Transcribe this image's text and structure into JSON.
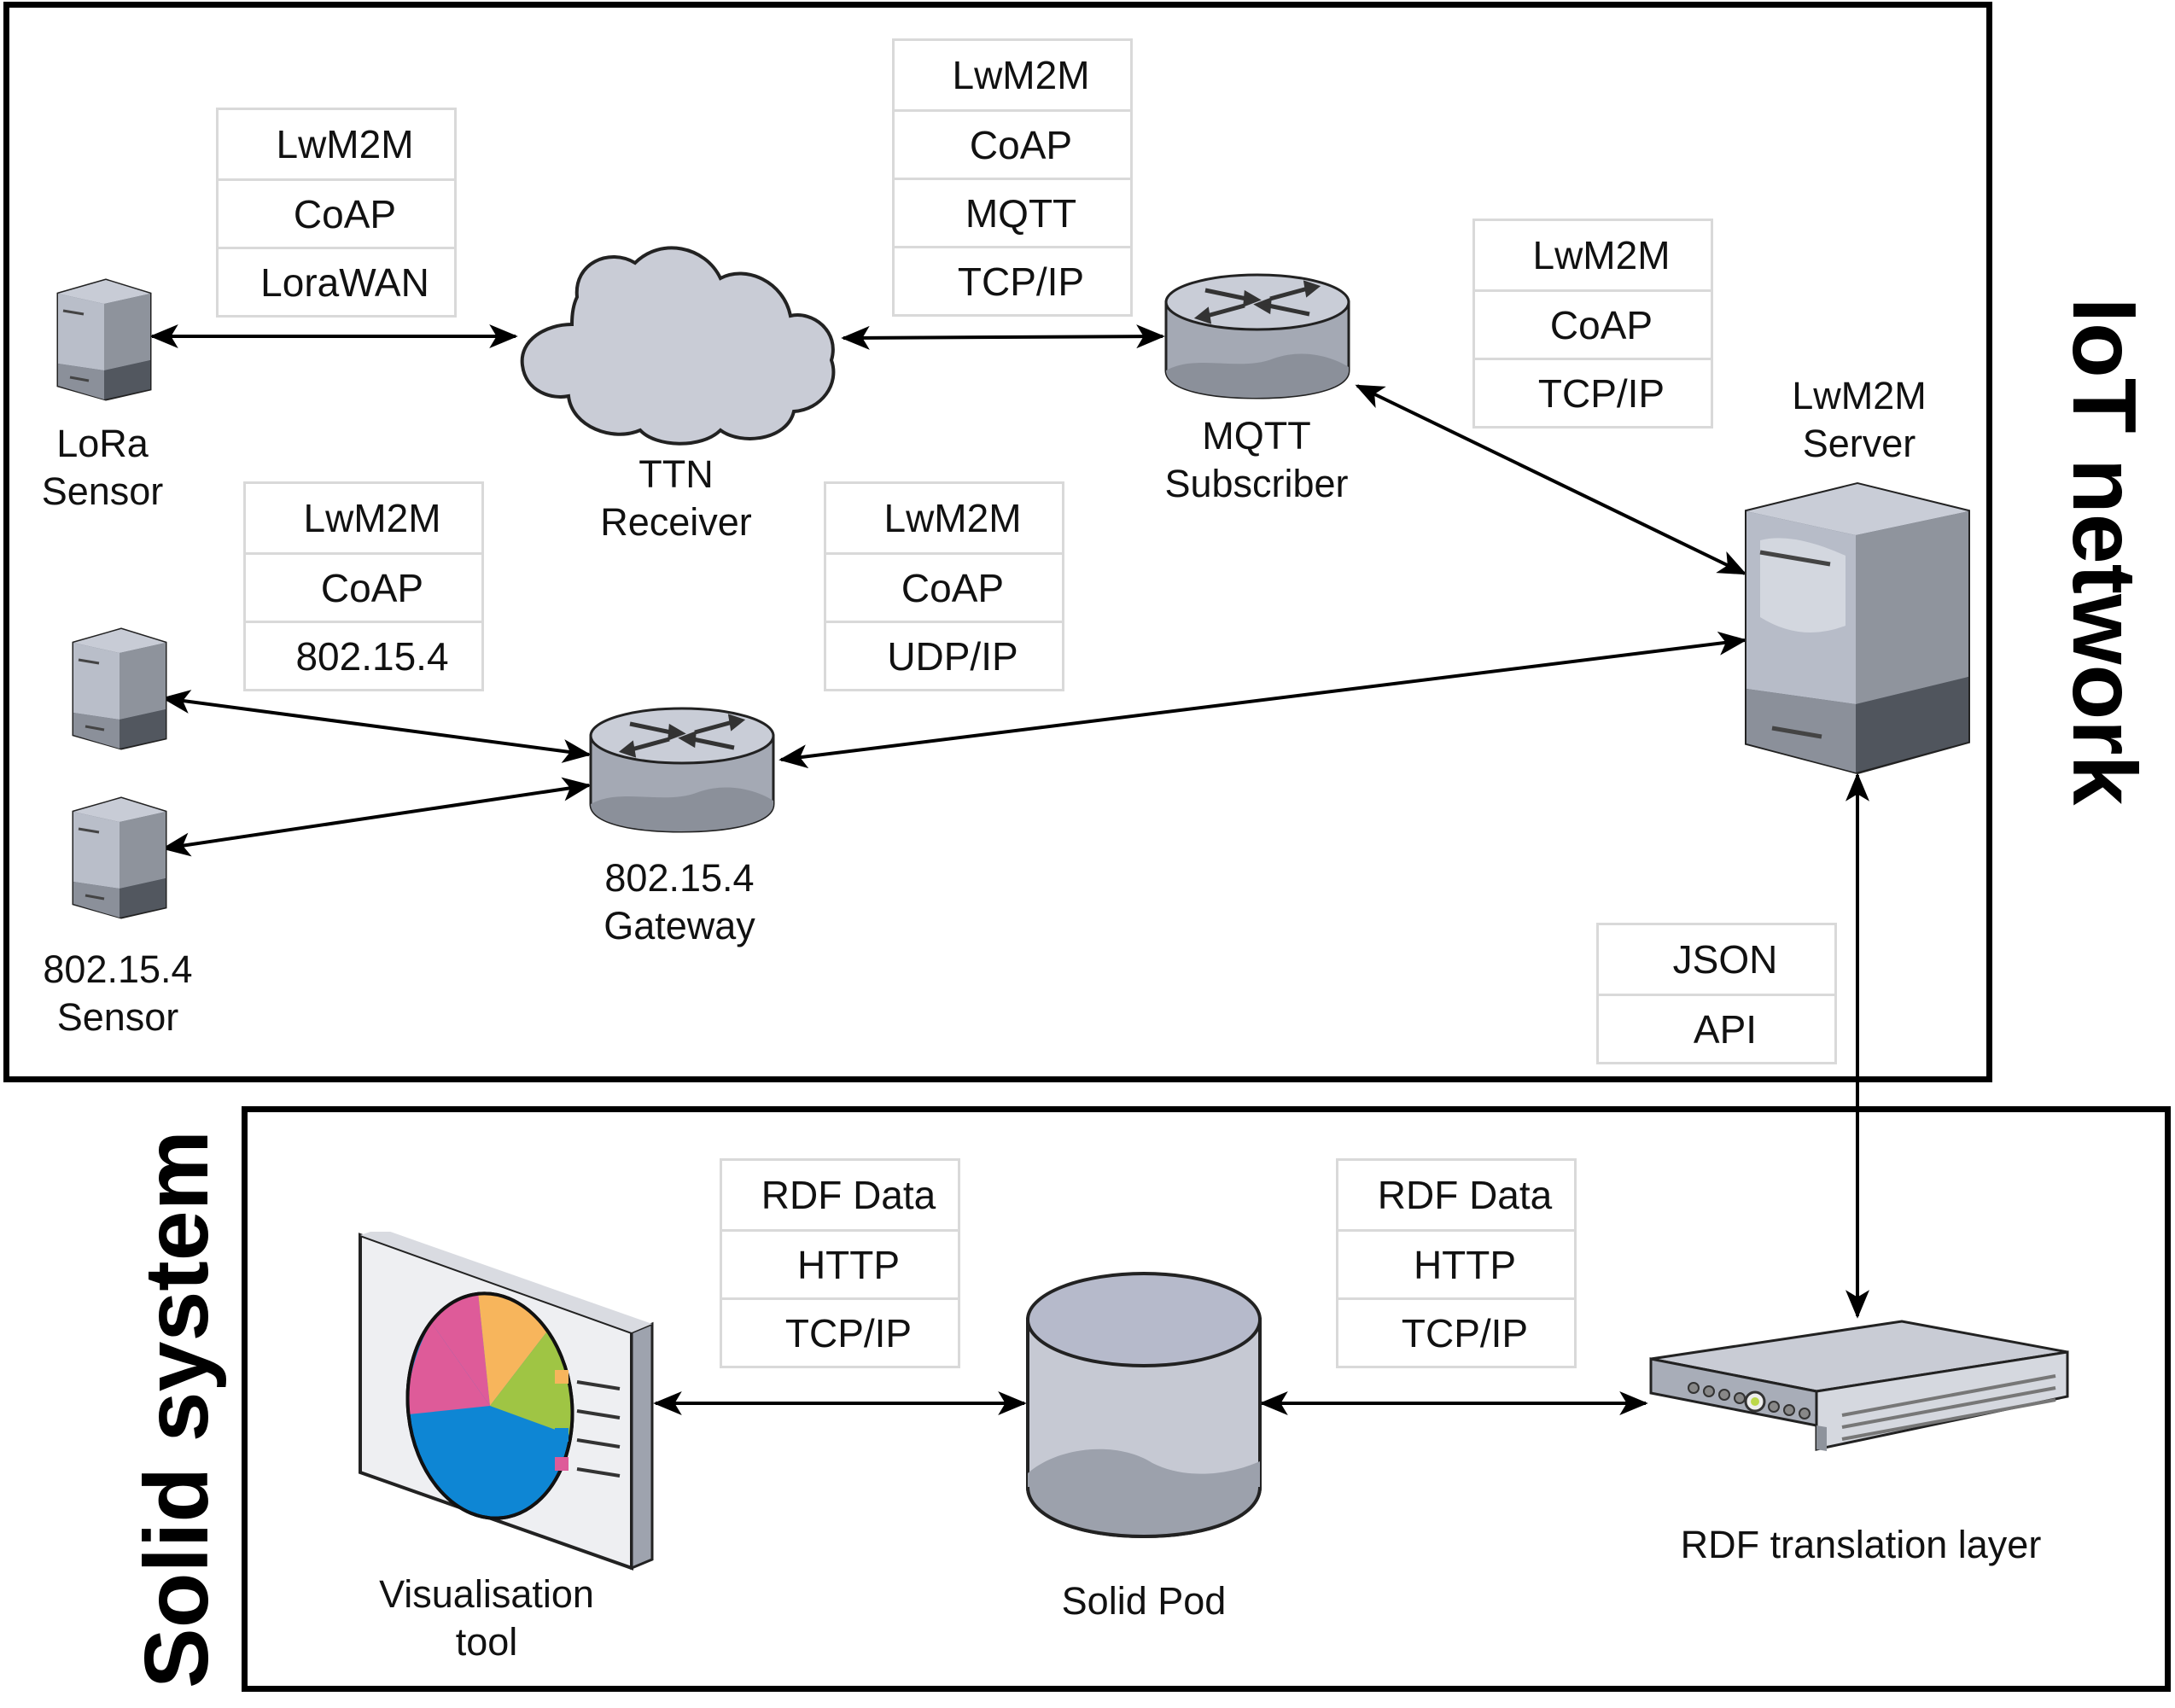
{
  "sections": {
    "iot": {
      "title": "IoT network"
    },
    "solid": {
      "title": "Solid system"
    }
  },
  "nodes": {
    "lora_sensor": {
      "label": [
        "LoRa",
        "Sensor"
      ],
      "icon": "server-tower-icon"
    },
    "ttn_receiver": {
      "label": [
        "TTN",
        "Receiver"
      ],
      "icon": "cloud-icon"
    },
    "mqtt_subscriber": {
      "label": [
        "MQTT",
        "Subscriber"
      ],
      "icon": "router-icon"
    },
    "lwm2m_server": {
      "label": [
        "LwM2M",
        "Server"
      ],
      "icon": "server-tower-icon"
    },
    "sensor_802_a": {
      "label": [],
      "icon": "server-tower-icon"
    },
    "sensor_802_b": {
      "label": [
        "802.15.4",
        "Sensor"
      ],
      "icon": "server-tower-icon"
    },
    "gateway_802": {
      "label": [
        "802.15.4",
        "Gateway"
      ],
      "icon": "router-icon"
    },
    "visualisation_tool": {
      "label": [
        "Visualisation",
        "tool"
      ],
      "icon": "chart-board-icon"
    },
    "solid_pod": {
      "label": [
        "Solid Pod"
      ],
      "icon": "database-icon"
    },
    "rdf_layer": {
      "label": [
        "RDF translation layer"
      ],
      "icon": "rack-server-icon"
    }
  },
  "protocol_stacks": {
    "lora_ttn": [
      "LwM2M",
      "CoAP",
      "LoraWAN"
    ],
    "ttn_mqtt": [
      "LwM2M",
      "CoAP",
      "MQTT",
      "TCP/IP"
    ],
    "mqtt_server": [
      "LwM2M",
      "CoAP",
      "TCP/IP"
    ],
    "sensor_gateway": [
      "LwM2M",
      "CoAP",
      "802.15.4"
    ],
    "gateway_server": [
      "LwM2M",
      "CoAP",
      "UDP/IP"
    ],
    "server_rdf": [
      "JSON",
      "API"
    ],
    "vis_pod": [
      "RDF Data",
      "HTTP",
      "TCP/IP"
    ],
    "pod_rdf": [
      "RDF Data",
      "HTTP",
      "TCP/IP"
    ]
  },
  "colors": {
    "frame": "#000000",
    "stack_border": "#d9d9d9",
    "device": "#b7bcc8"
  }
}
